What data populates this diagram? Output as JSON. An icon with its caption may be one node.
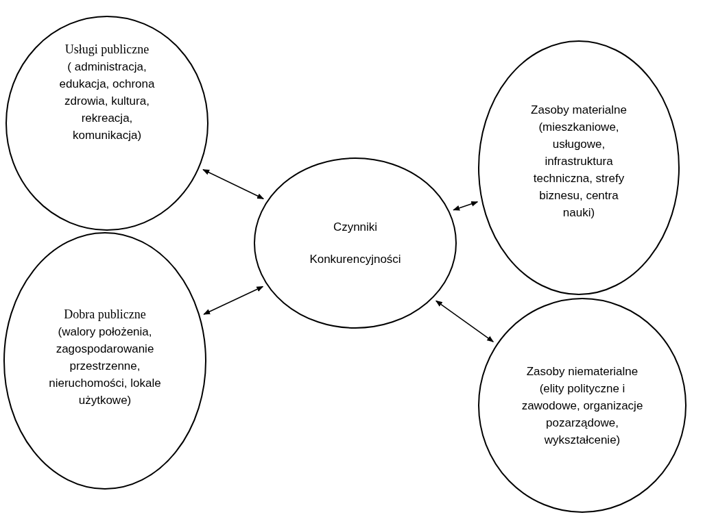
{
  "diagram": {
    "nodes": [
      {
        "text": [
          "Usługi publiczne",
          "( administracja, edukacja, ochrona zdrowia, kultura, rekreacja, komunikacja)"
        ]
      },
      {
        "text": [
          "Czynniki",
          "Konkurencyjności"
        ]
      },
      {
        "text": [
          "Zasoby materialne",
          "(mieszkaniowe, usługowe, infrastruktura techniczna, strefy biznesu, centra nauki)"
        ]
      },
      {
        "text": [
          "Dobra publiczne",
          "(walory położenia, zagospodarowanie przestrzenne, nieruchomości, lokale użytkowe)"
        ]
      },
      {
        "text": [
          "Zasoby niematerialne",
          "(elity polityczne i zawodowe, organizacje pozarządowe, wykształcenie)"
        ]
      }
    ],
    "edges": [
      {
        "from": 0,
        "to": 1,
        "arrow": "both"
      },
      {
        "from": 1,
        "to": 2,
        "arrow": "both"
      },
      {
        "from": 3,
        "to": 1,
        "arrow": "both"
      },
      {
        "from": 1,
        "to": 4,
        "arrow": "both"
      }
    ]
  }
}
